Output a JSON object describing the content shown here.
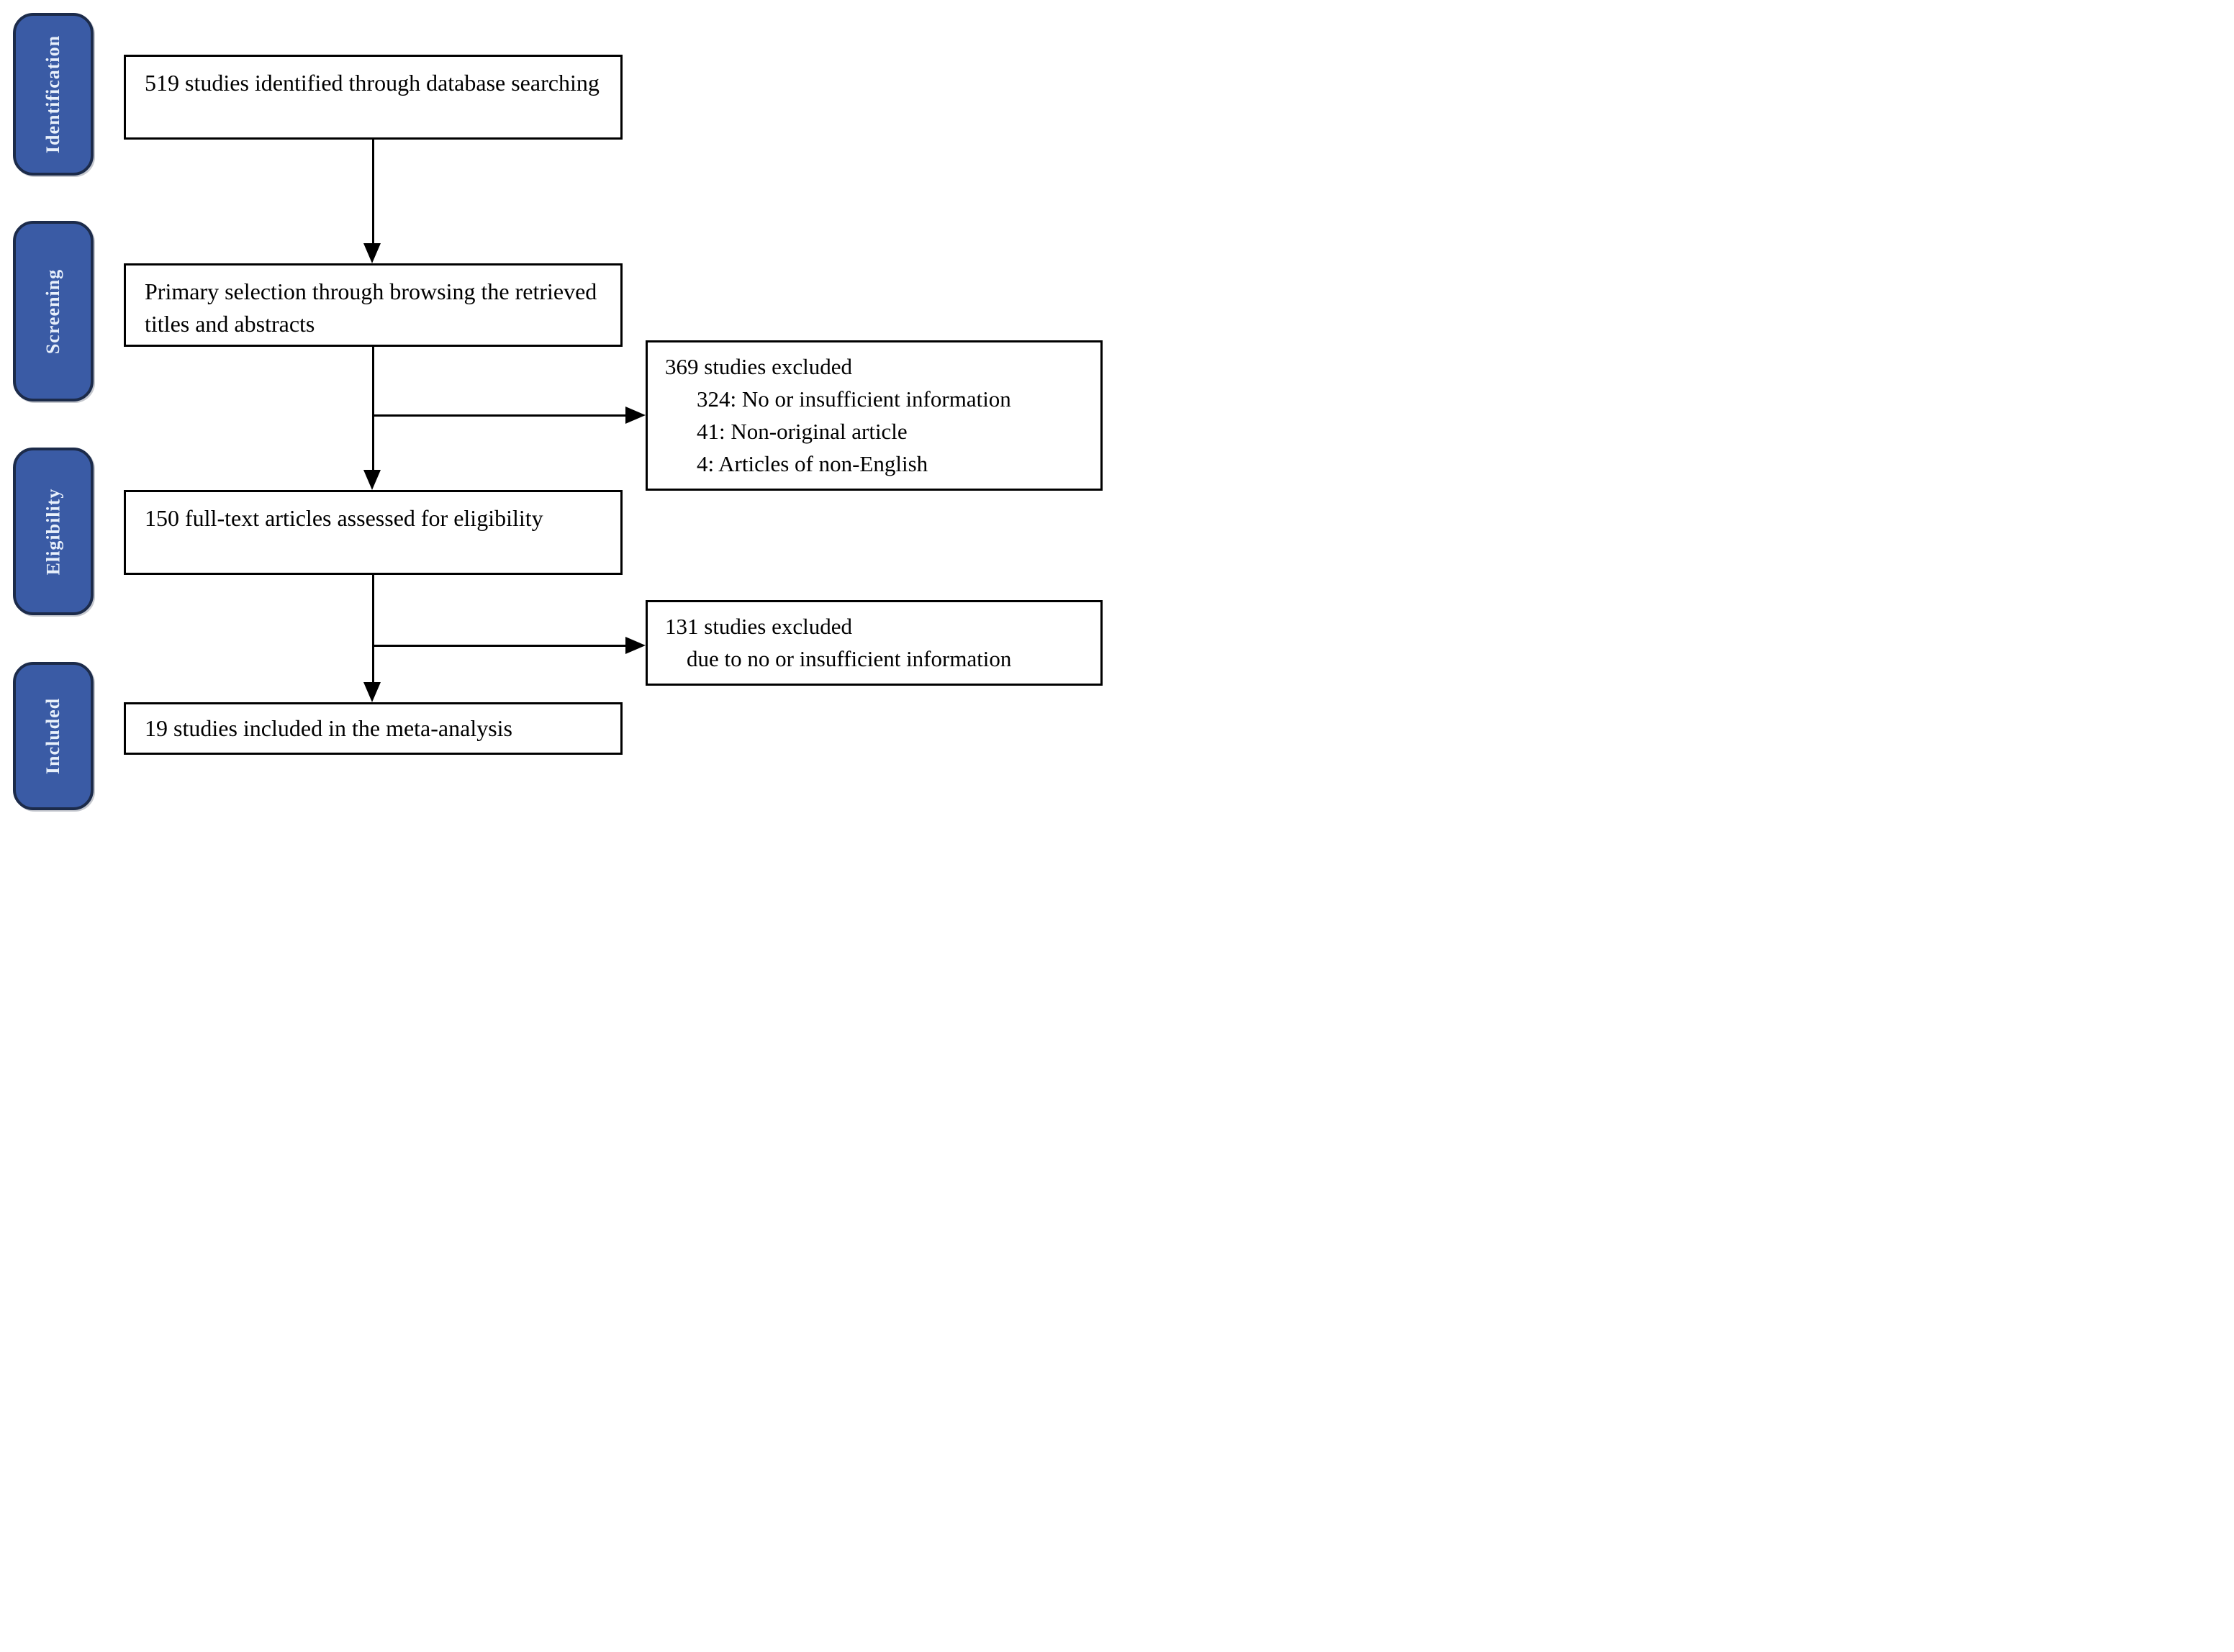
{
  "diagram": {
    "type": "prisma-flowchart",
    "colors": {
      "stage_fill": "#3a5ba5",
      "stage_border": "#1c2b4a",
      "stage_text": "#e8f0fb",
      "box_border": "#000000",
      "box_fill": "#ffffff",
      "text": "#000000",
      "background": "#ffffff"
    },
    "stages": [
      {
        "label": "Identification"
      },
      {
        "label": "Screening"
      },
      {
        "label": "Eligibility"
      },
      {
        "label": "Included"
      }
    ],
    "flow_boxes": [
      {
        "text": "519 studies identified through database searching"
      },
      {
        "text": "Primary selection through browsing the retrieved titles and abstracts"
      },
      {
        "text": "150 full-text articles assessed for eligibility"
      },
      {
        "text": "19 studies included in the meta-analysis"
      }
    ],
    "exclusion_boxes": [
      {
        "title": "369 studies excluded",
        "items": [
          "324: No or insufficient information",
          "41: Non-original article",
          "4: Articles of non-English"
        ]
      },
      {
        "title": "131 studies excluded",
        "items": [
          "due to no or insufficient information"
        ]
      }
    ]
  }
}
